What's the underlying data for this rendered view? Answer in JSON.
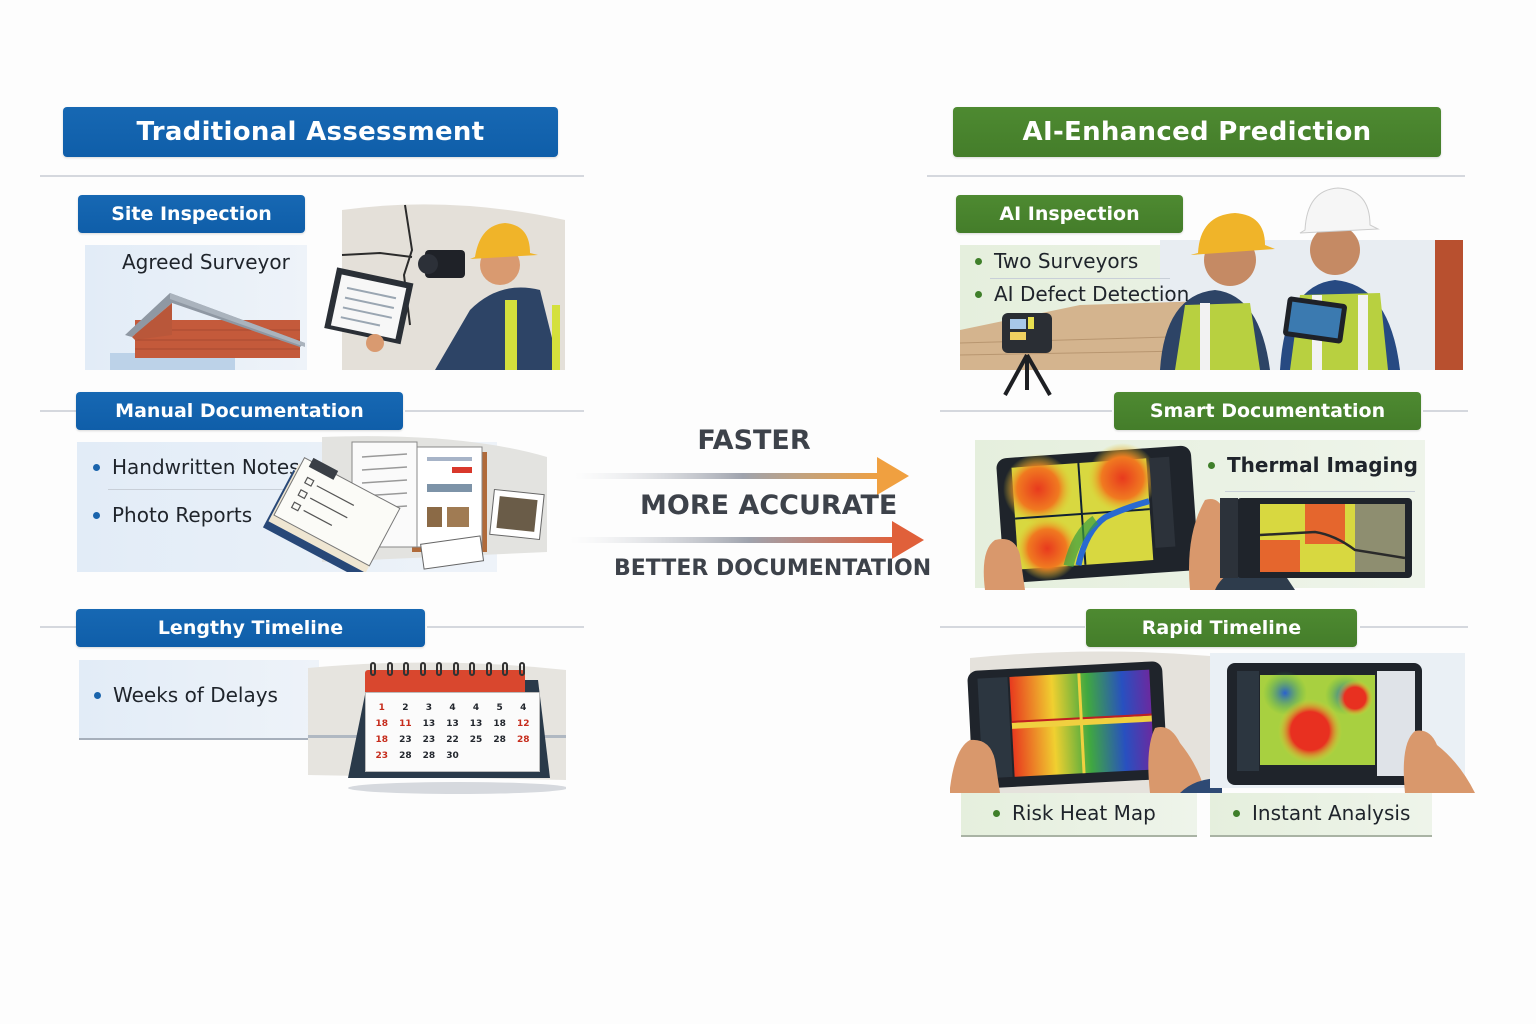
{
  "traditional": {
    "title": "Traditional Assessment",
    "color": "#0f5ea9",
    "sections": [
      {
        "label": "Site Inspection",
        "items": [
          "Agreed Surveyor"
        ]
      },
      {
        "label": "Manual Documentation",
        "items": [
          "Handwritten Notes",
          "Photo Reports"
        ]
      },
      {
        "label": "Lengthy Timeline",
        "items": [
          "Weeks of Delays"
        ]
      }
    ],
    "calendar_days": [
      "1",
      "2",
      "3",
      "4",
      "4",
      "5",
      "4",
      "18",
      "11",
      "13",
      "13",
      "13",
      "18",
      "12",
      "18",
      "23",
      "23",
      "22",
      "25",
      "28",
      "28",
      "23",
      "28",
      "28",
      "30"
    ]
  },
  "benefits": {
    "items": [
      "FASTER",
      "MORE ACCURATE",
      "BETTER DOCUMENTATION"
    ],
    "arrow_colors": [
      "#f0a040",
      "#e0603a"
    ]
  },
  "ai": {
    "title": "AI-Enhanced Prediction",
    "color": "#447d2a",
    "sections": [
      {
        "label": "AI Inspection",
        "items": [
          "Two Surveyors",
          "AI Defect Detection"
        ]
      },
      {
        "label": "Smart Documentation",
        "items": [
          "Thermal Imaging"
        ]
      },
      {
        "label": "Rapid Timeline",
        "items": [
          "Risk Heat Map",
          "Instant Analysis"
        ]
      }
    ]
  }
}
